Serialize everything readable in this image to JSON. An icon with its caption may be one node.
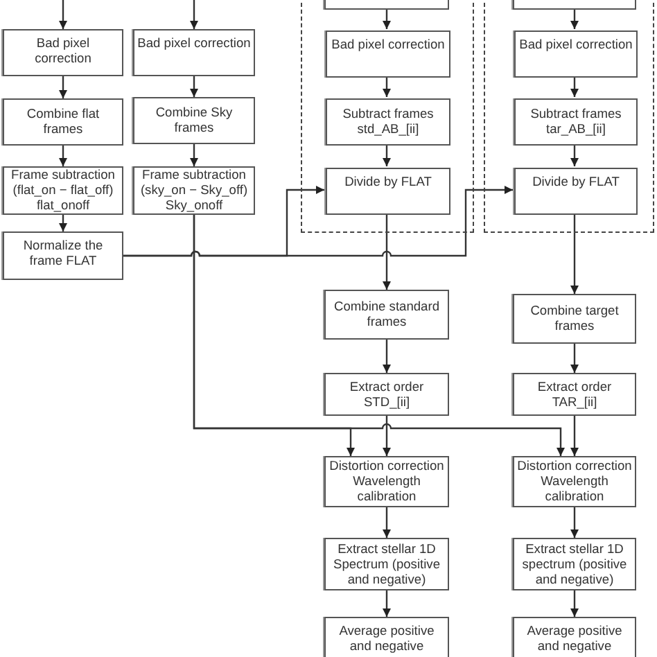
{
  "diagram": {
    "nodes": [
      {
        "text": [
          "Bad pixel correction"
        ]
      },
      {
        "text": [
          "Bad pixel correction"
        ]
      },
      {
        "text": [
          "Combine flat frames"
        ]
      },
      {
        "text": [
          "Combine Sky frames"
        ]
      },
      {
        "text": [
          "Frame subtraction (flat_on − flat_off) flat_onoff"
        ]
      },
      {
        "text": [
          "Frame subtraction (sky_on − Sky_off) Sky_onoff"
        ]
      },
      {
        "text": [
          "Normalize the frame FLAT"
        ]
      },
      {
        "text": [],
        "shape": "box"
      },
      {
        "text": [],
        "shape": "box"
      },
      {
        "text": [
          "Bad pixel correction"
        ],
        "in": 7
      },
      {
        "text": [
          "Subtract frames std_AB_[ii]"
        ],
        "in": 7
      },
      {
        "text": [
          "Divide by FLAT"
        ],
        "in": 7
      },
      {
        "text": [],
        "shape": "box"
      },
      {
        "text": [],
        "shape": "box"
      },
      {
        "text": [
          "Bad pixel correction"
        ],
        "in": 12
      },
      {
        "text": [
          "Subtract frames tar_AB_[ii]"
        ],
        "in": 12
      },
      {
        "text": [
          "Divide by FLAT"
        ],
        "in": 12
      },
      {
        "text": [
          "Combine standard frames"
        ]
      },
      {
        "text": [
          "Combine target frames"
        ]
      },
      {
        "text": [
          "Extract order STD_[ii]"
        ]
      },
      {
        "text": [
          "Extract order TAR_[ii]"
        ]
      },
      {
        "text": [
          "Distortion correction Wavelength calibration"
        ]
      },
      {
        "text": [
          "Distortion correction Wavelength calibration"
        ]
      },
      {
        "text": [
          "Extract stellar 1D Spectrum (positive and negative)"
        ]
      },
      {
        "text": [
          "Extract stellar 1D spectrum (positive and negative)"
        ]
      },
      {
        "text": [
          "Average positive and negative"
        ]
      },
      {
        "text": [
          "Average positive and negative"
        ]
      }
    ],
    "edges": [
      {
        "from": null,
        "to": 0,
        "arrow": "to"
      },
      {
        "from": 0,
        "to": 2,
        "arrow": "to"
      },
      {
        "from": 2,
        "to": 4,
        "arrow": "to"
      },
      {
        "from": 4,
        "to": 6,
        "arrow": "to"
      },
      {
        "from": null,
        "to": 1,
        "arrow": "to"
      },
      {
        "from": 1,
        "to": 3,
        "arrow": "to"
      },
      {
        "from": 3,
        "to": 5,
        "arrow": "to"
      },
      {
        "from": 5,
        "to": 21,
        "arrow": "to"
      },
      {
        "from": 5,
        "to": 22,
        "arrow": "to"
      },
      {
        "from": 6,
        "to": 11,
        "arrow": "to"
      },
      {
        "from": 6,
        "to": 16,
        "arrow": "to"
      },
      {
        "from": 8,
        "to": 9,
        "arrow": "to"
      },
      {
        "from": 9,
        "to": 10,
        "arrow": "to"
      },
      {
        "from": 10,
        "to": 11,
        "arrow": "to"
      },
      {
        "from": 11,
        "to": 17,
        "arrow": "to"
      },
      {
        "from": 13,
        "to": 14,
        "arrow": "to"
      },
      {
        "from": 14,
        "to": 15,
        "arrow": "to"
      },
      {
        "from": 15,
        "to": 16,
        "arrow": "to"
      },
      {
        "from": 16,
        "to": 18,
        "arrow": "to"
      },
      {
        "from": 17,
        "to": 19,
        "arrow": "to"
      },
      {
        "from": 18,
        "to": 20,
        "arrow": "to"
      },
      {
        "from": 19,
        "to": 21,
        "arrow": "to"
      },
      {
        "from": 20,
        "to": 22,
        "arrow": "to"
      },
      {
        "from": 21,
        "to": 23,
        "arrow": "to"
      },
      {
        "from": 22,
        "to": 24,
        "arrow": "to"
      },
      {
        "from": 23,
        "to": 25,
        "arrow": "to"
      },
      {
        "from": 24,
        "to": 26,
        "arrow": "to"
      }
    ]
  }
}
